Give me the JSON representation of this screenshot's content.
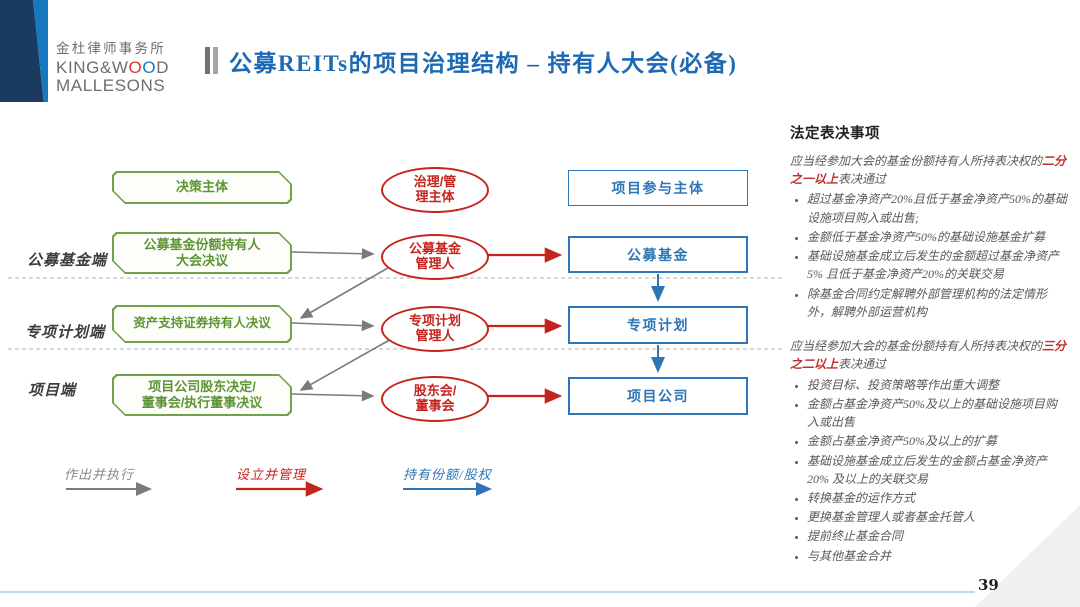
{
  "colors": {
    "title_blue": "#1C6AB4",
    "green_border": "#70A24C",
    "green_text": "#5E9434",
    "red": "#C5241D",
    "blue": "#2E75B6",
    "gray_arrow": "#7A7A7A",
    "dashed_line": "#C0C0C0",
    "panel_text": "#595959",
    "emphasis_red": "#C0302A",
    "footer_line": "#BDD7EE",
    "corner_navy": "#1B3A5F",
    "corner_blue": "#1878BF"
  },
  "logo": {
    "cn": "金杜律师事务所",
    "en_pre": "KING&W",
    "o1": "O",
    "o2": "O",
    "en_post": "D",
    "en_line2": "MALLESONS"
  },
  "title": "公募REITs的项目治理结构 – 持有人大会(必备)",
  "diagram": {
    "row_labels": [
      "公募基金端",
      "专项计划端",
      "项目端"
    ],
    "green_header": "决策主体",
    "green_boxes": [
      "公募基金份额持有人\n大会决议",
      "资产支持证券持有人决议",
      "项目公司股东决定/\n董事会/执行董事决议"
    ],
    "ellipse_header": "治理/管\n理主体",
    "ellipses": [
      "公募基金\n管理人",
      "专项计划\n管理人",
      "股东会/\n董事会"
    ],
    "blue_header": "项目参与主体",
    "blue_boxes": [
      "公募基金",
      "专项计划",
      "项目公司"
    ],
    "legend": {
      "gray": "作出并执行",
      "red": "设立并管理",
      "blue": "持有份额/股权"
    }
  },
  "panel": {
    "heading": "法定表决事项",
    "sections": [
      {
        "intro_pre": "应当经参加大会的基金份额持有人所持表决权的",
        "intro_em": "二分之一以上",
        "intro_post": "表决通过",
        "bullets": [
          "超过基金净资产20%且低于基金净资产50%的基础设施项目购入或出售;",
          "金额低于基金净资产50%的基础设施基金扩募",
          "基础设施基金成立后发生的金额超过基金净资产5% 且低于基金净资产20%的关联交易",
          "除基金合同约定解聘外部管理机构的法定情形外，解聘外部运营机构"
        ]
      },
      {
        "intro_pre": "应当经参加大会的基金份额持有人所持表决权的",
        "intro_em": "三分之二以上",
        "intro_post": "表决通过",
        "bullets": [
          "投资目标、投资策略等作出重大调整",
          "金额占基金净资产50%及以上的基础设施项目购入或出售",
          "金额占基金净资产50%及以上的扩募",
          "基础设施基金成立后发生的金额占基金净资产20% 及以上的关联交易",
          "转换基金的运作方式",
          "更换基金管理人或者基金托管人",
          "提前终止基金合同",
          "与其他基金合并"
        ]
      }
    ]
  },
  "footer": {
    "page_number": "39"
  }
}
